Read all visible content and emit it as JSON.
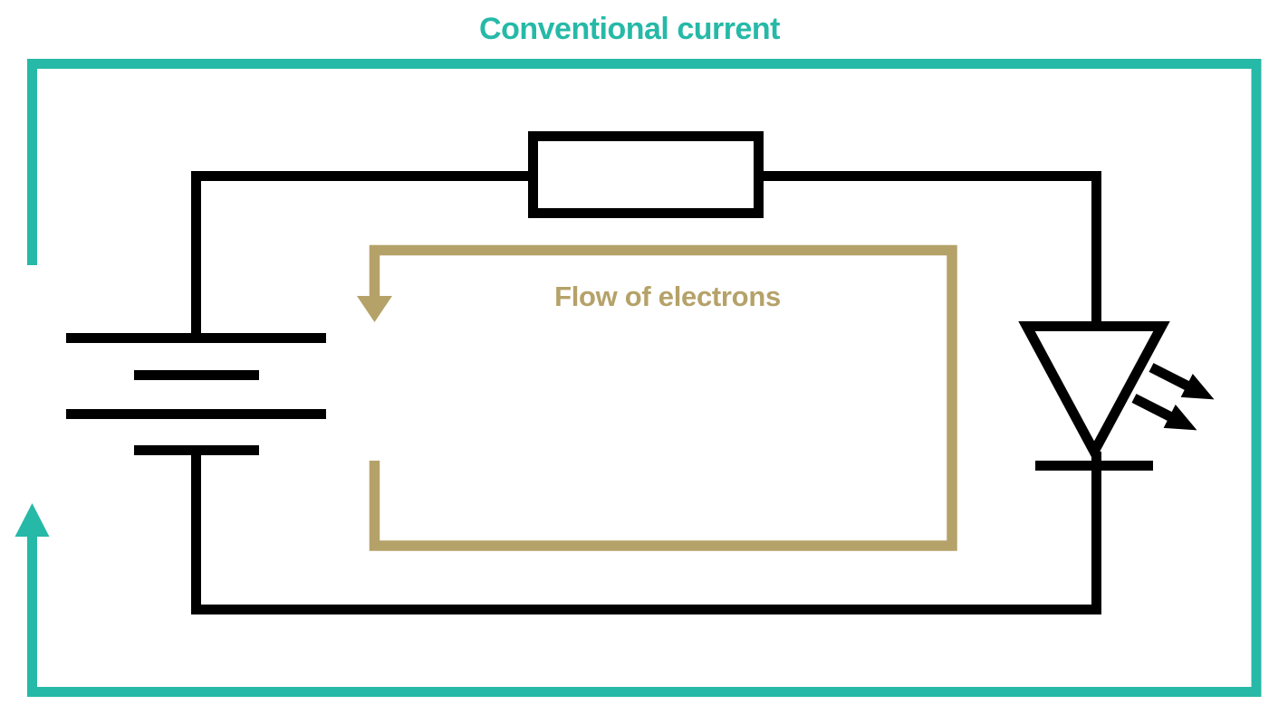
{
  "title": "Conventional current",
  "annotations": {
    "electron_flow_label": "Flow of electrons"
  },
  "colors": {
    "conventional_current": "#26b9a7",
    "electron_flow": "#b5a269",
    "circuit": "#000000",
    "background": "#ffffff"
  },
  "diagram": {
    "type": "electric-circuit",
    "components": [
      "battery",
      "resistor",
      "led"
    ],
    "loops": [
      {
        "name": "conventional-current",
        "label": "Conventional current",
        "color": "#26b9a7",
        "arrow_direction": "up-on-left-side"
      },
      {
        "name": "electron-flow",
        "label": "Flow of electrons",
        "color": "#b5a269",
        "arrow_direction": "down-on-left-side"
      }
    ]
  }
}
